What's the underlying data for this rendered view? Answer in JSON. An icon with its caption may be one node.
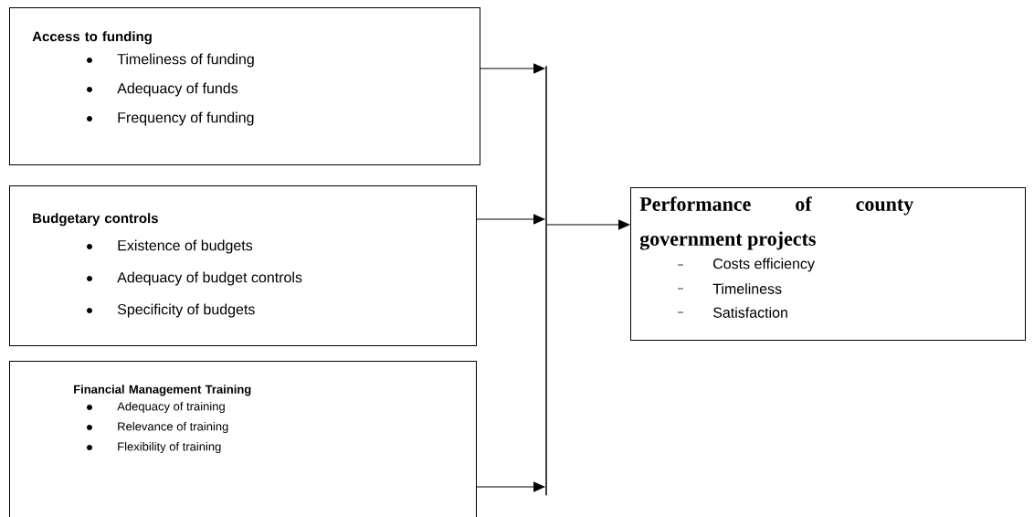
{
  "diagram": {
    "nodes": [
      {
        "text": [
          "Access to funding",
          "Timeliness of funding",
          "Adequacy of funds",
          "Frequency of funding"
        ]
      },
      {
        "text": [
          "Budgetary controls",
          "Existence of budgets",
          "Adequacy of budget controls",
          "Specificity of budgets"
        ]
      },
      {
        "text": [
          "Financial Management Training",
          "Adequacy of training",
          "Relevance of training",
          "Flexibility of training"
        ]
      },
      {
        "text": [],
        "shape": "bar"
      },
      {
        "text": [
          "Performance of county government projects",
          "Costs efficiency",
          "Timeliness",
          "Satisfaction"
        ]
      }
    ],
    "edges": [
      {
        "from": 0,
        "to": 3,
        "arrow": "to"
      },
      {
        "from": 1,
        "to": 3,
        "arrow": "to"
      },
      {
        "from": 2,
        "to": 3,
        "arrow": "to"
      },
      {
        "from": 3,
        "to": 4,
        "arrow": "to"
      }
    ]
  }
}
